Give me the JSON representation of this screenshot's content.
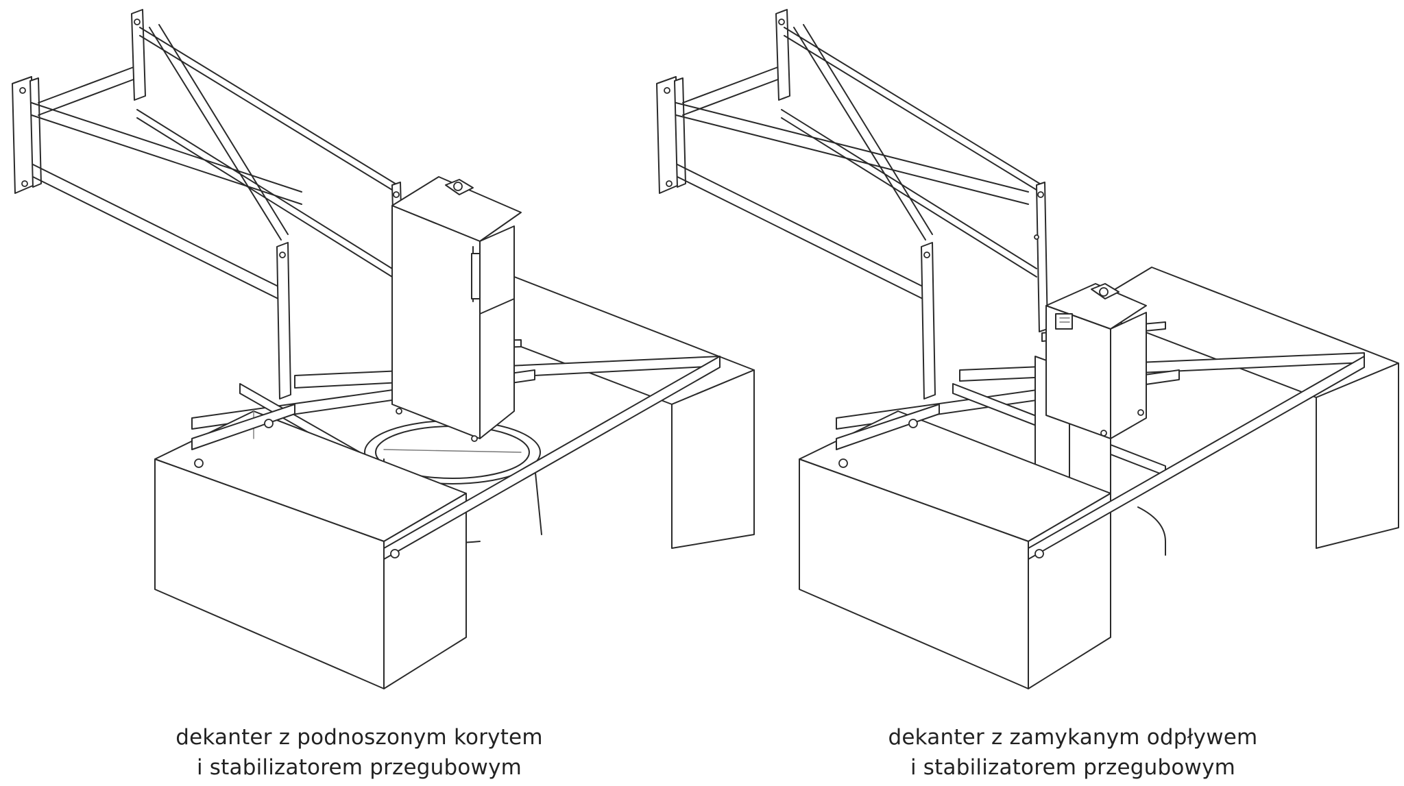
{
  "figures": [
    {
      "id": "left",
      "caption_line1": "dekanter z podnoszonym korytem",
      "caption_line2": "i stabilizatorem przegubowym"
    },
    {
      "id": "right",
      "caption_line1": "dekanter z zamykanym odpływem",
      "caption_line2": "i stabilizatorem przegubowym"
    }
  ],
  "colors": {
    "line": "#2a2a2a",
    "background": "#ffffff",
    "caption": "#222222"
  }
}
